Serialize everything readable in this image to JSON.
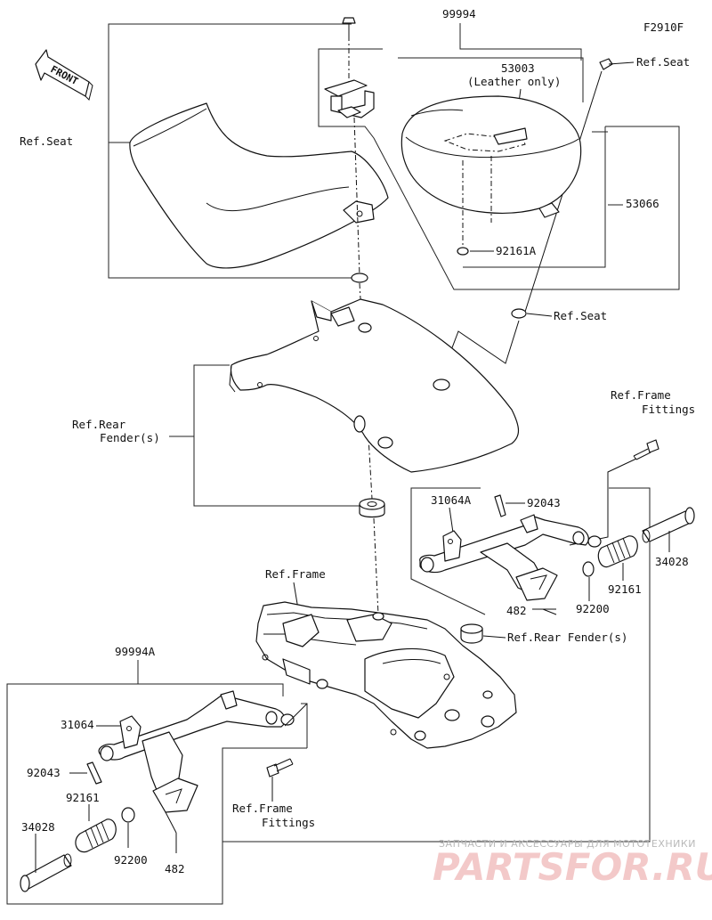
{
  "figure_code": "F2910F",
  "front_label": "FRONT",
  "labels": {
    "l99994": "99994",
    "l53003": "53003",
    "l_leather": "(Leather only)",
    "l_refseat_tr": "Ref.Seat",
    "l_refseat_left": "Ref.Seat",
    "l53066": "53066",
    "l92161a": "92161A",
    "l_refseat_mid": "Ref.Seat",
    "l_frame_fit_1a": "Ref.Frame",
    "l_frame_fit_1b": "Fittings",
    "l_rear_fender_a": "Ref.Rear",
    "l_rear_fender_b": "Fender(s)",
    "l31064a": "31064A",
    "l92043_r": "92043",
    "l34028_r": "34028",
    "l92161_r": "92161",
    "l92200_r": "92200",
    "l482_r": "482",
    "l_ref_frame": "Ref.Frame",
    "l_ref_rear_fenders": "Ref.Rear Fender(s)",
    "l99994a": "99994A",
    "l31064": "31064",
    "l92043_l": "92043",
    "l92161_l": "92161",
    "l34028_l": "34028",
    "l92200_l": "92200",
    "l482_l": "482",
    "l_frame_fit_2a": "Ref.Frame",
    "l_frame_fit_2b": "Fittings"
  },
  "watermark": {
    "line1": "ЗАПЧАСТИ И АКСЕССУАРЫ ДЛЯ МОТОТЕХНИКИ",
    "line2": "PARTSFOR.RU"
  }
}
